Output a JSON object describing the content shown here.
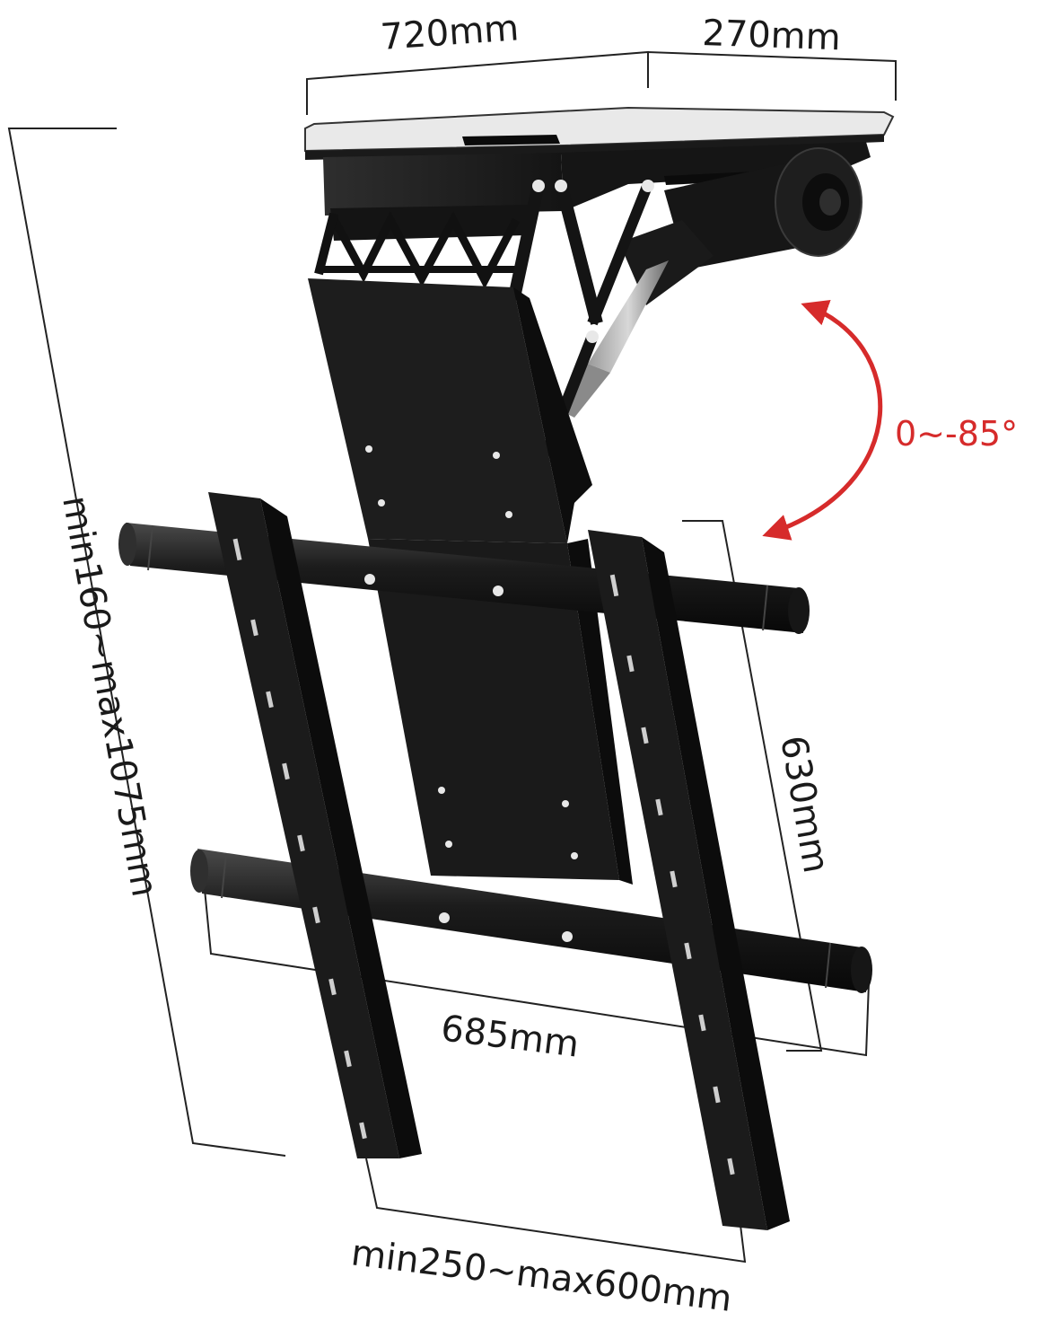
{
  "dimensions": {
    "top_width": "720mm",
    "top_depth": "270mm",
    "height_range": "min160~max1075mm",
    "plate_height": "630mm",
    "plate_width": "685mm",
    "vesa_range": "min250~max600mm"
  },
  "rotation": {
    "label": "0~-85°",
    "color": "#d62b2b"
  },
  "colors": {
    "metal": "#1c1c1c",
    "dimension_lines": "#222222",
    "background": "#ffffff"
  }
}
